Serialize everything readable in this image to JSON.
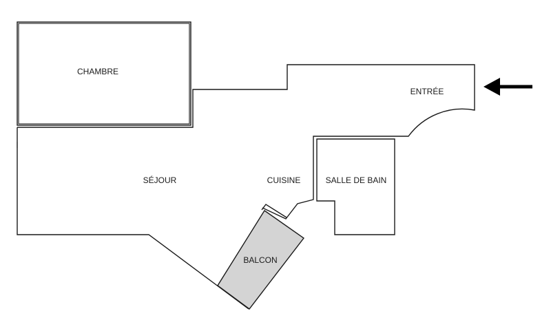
{
  "rooms": {
    "chambre": "CHAMBRE",
    "entree": "ENTRÉE",
    "sejour": "SÉJOUR",
    "cuisine": "CUISINE",
    "salle_de_bain": "SALLE DE BAIN",
    "balcon": "BALCON"
  },
  "icons": {
    "entrance_arrow": "arrow-left-icon"
  },
  "colors": {
    "walls": "#1a1a1a",
    "balcony_fill": "#d4d4d4",
    "background": "#ffffff"
  }
}
